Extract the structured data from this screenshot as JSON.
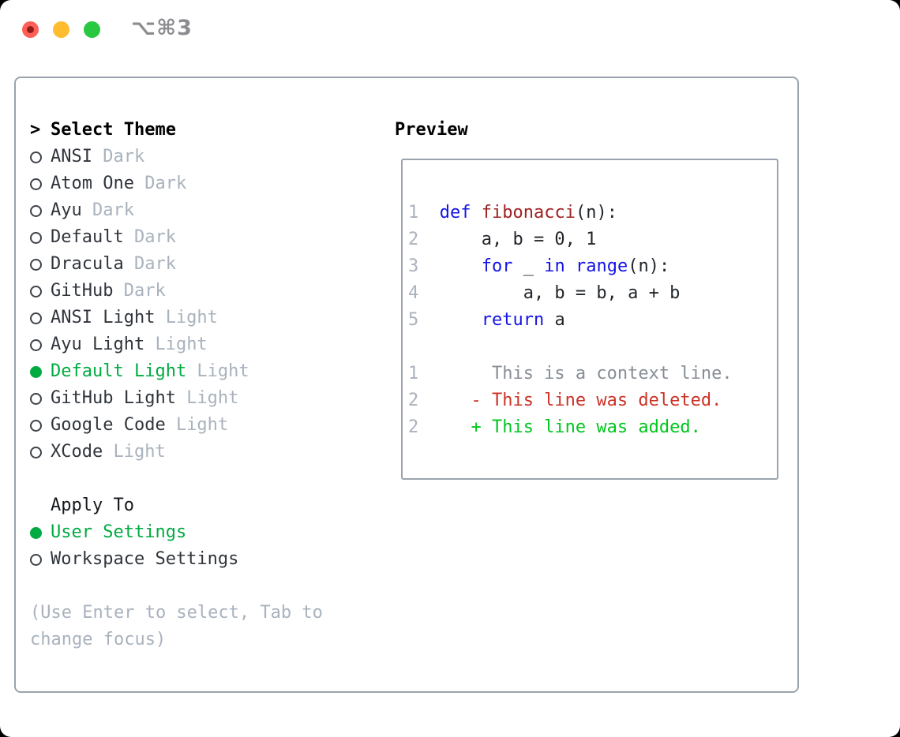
{
  "titlebar": {
    "shortcut": "⌥⌘3"
  },
  "theme_panel": {
    "header_marker": ">",
    "header": "Select Theme",
    "themes": [
      {
        "name": "ANSI",
        "variant": "Dark",
        "selected": false
      },
      {
        "name": "Atom One",
        "variant": "Dark",
        "selected": false
      },
      {
        "name": "Ayu",
        "variant": "Dark",
        "selected": false
      },
      {
        "name": "Default",
        "variant": "Dark",
        "selected": false
      },
      {
        "name": "Dracula",
        "variant": "Dark",
        "selected": false
      },
      {
        "name": "GitHub",
        "variant": "Dark",
        "selected": false
      },
      {
        "name": "ANSI Light",
        "variant": "Light",
        "selected": false
      },
      {
        "name": "Ayu Light",
        "variant": "Light",
        "selected": false
      },
      {
        "name": "Default Light",
        "variant": "Light",
        "selected": true
      },
      {
        "name": "GitHub Light",
        "variant": "Light",
        "selected": false
      },
      {
        "name": "Google Code",
        "variant": "Light",
        "selected": false
      },
      {
        "name": "XCode",
        "variant": "Light",
        "selected": false
      }
    ],
    "apply_to": {
      "header": "Apply To",
      "options": [
        {
          "name": "User Settings",
          "selected": true
        },
        {
          "name": "Workspace Settings",
          "selected": false
        }
      ]
    },
    "hint": "(Use Enter to select, Tab to change focus)"
  },
  "preview": {
    "header": "Preview",
    "lines": [
      {
        "num": "1",
        "segments": [
          {
            "text": "def",
            "style": "keyword"
          },
          {
            "text": " ",
            "style": "plain"
          },
          {
            "text": "fibonacci",
            "style": "function"
          },
          {
            "text": "(n):",
            "style": "plain"
          }
        ]
      },
      {
        "num": "2",
        "segments": [
          {
            "text": "    a, b = 0, 1",
            "style": "plain"
          }
        ]
      },
      {
        "num": "3",
        "segments": [
          {
            "text": "    ",
            "style": "plain"
          },
          {
            "text": "for",
            "style": "keyword"
          },
          {
            "text": " _ ",
            "style": "plain"
          },
          {
            "text": "in",
            "style": "keyword"
          },
          {
            "text": " ",
            "style": "plain"
          },
          {
            "text": "range",
            "style": "keyword"
          },
          {
            "text": "(n):",
            "style": "plain"
          }
        ]
      },
      {
        "num": "4",
        "segments": [
          {
            "text": "        a, b = b, a + b",
            "style": "plain"
          }
        ]
      },
      {
        "num": "5",
        "segments": [
          {
            "text": "    ",
            "style": "plain"
          },
          {
            "text": "return",
            "style": "keyword"
          },
          {
            "text": " a",
            "style": "plain"
          }
        ]
      },
      {
        "num": "",
        "segments": []
      },
      {
        "num": "1",
        "segments": [
          {
            "text": "     This is a context line.",
            "style": "context"
          }
        ]
      },
      {
        "num": "2",
        "segments": [
          {
            "text": "   - This line was deleted.",
            "style": "deleted"
          }
        ]
      },
      {
        "num": "2",
        "segments": [
          {
            "text": "   + This line was added.",
            "style": "added"
          }
        ]
      }
    ]
  },
  "colors": {
    "selected_green": "#00ab42",
    "added_green": "#00c71e",
    "deleted_red": "#cb3227",
    "keyword_blue": "#1414e6",
    "function_red": "#a02222",
    "context_gray": "#878e96",
    "muted_gray": "#a9b2bd",
    "border_gray": "#9aa3ad",
    "text_dark": "#30353c",
    "traffic_red": "#fe5f57",
    "traffic_yellow": "#febc2e",
    "traffic_green": "#28c840"
  }
}
